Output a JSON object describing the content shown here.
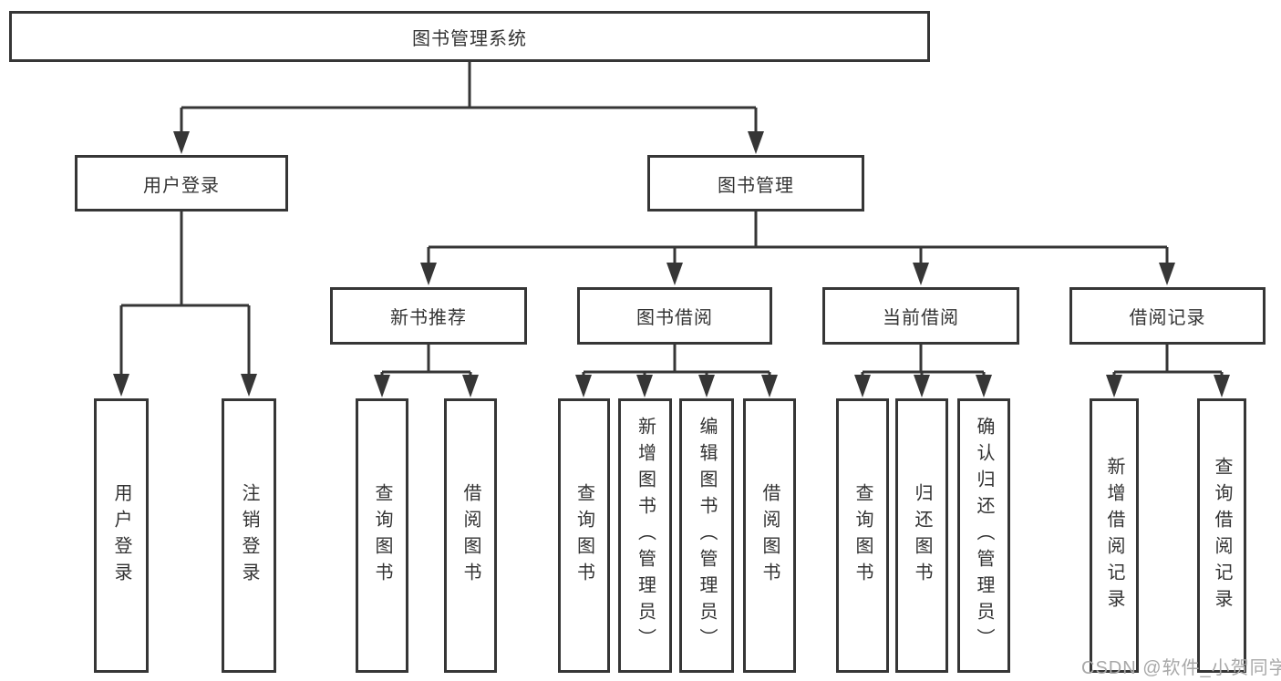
{
  "tree": {
    "label": "图书管理系统",
    "children": [
      {
        "label": "用户登录",
        "children": [
          {
            "label": "用户登录"
          },
          {
            "label": "注销登录"
          }
        ]
      },
      {
        "label": "图书管理",
        "children": [
          {
            "label": "新书推荐",
            "children": [
              {
                "label": "查询图书"
              },
              {
                "label": "借阅图书"
              }
            ]
          },
          {
            "label": "图书借阅",
            "children": [
              {
                "label": "查询图书"
              },
              {
                "label": "新增图书（管理员）"
              },
              {
                "label": "编辑图书（管理员）"
              },
              {
                "label": "借阅图书"
              }
            ]
          },
          {
            "label": "当前借阅",
            "children": [
              {
                "label": "查询图书"
              },
              {
                "label": "归还图书"
              },
              {
                "label": "确认归还（管理员）"
              }
            ]
          },
          {
            "label": "借阅记录",
            "children": [
              {
                "label": "新增借阅记录"
              },
              {
                "label": "查询借阅记录"
              }
            ]
          }
        ]
      }
    ]
  },
  "watermark": "CSDN @软件_小贺同学",
  "colors": {
    "line": "#363636",
    "box_border": "#363636",
    "box_background": "#ffffff",
    "text": "#333333",
    "watermark_text": "#a8a8a8"
  }
}
